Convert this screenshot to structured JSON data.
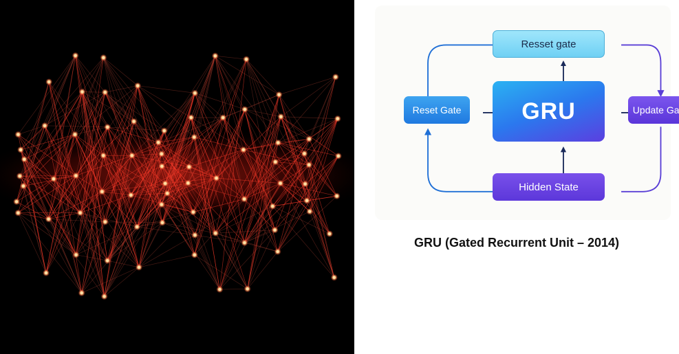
{
  "left_image": {
    "description_icon": "neural-network-illustration"
  },
  "diagram": {
    "top_box": "Resset gate",
    "left_box": "Reset Gate",
    "center_box": "GRU",
    "right_box": "Update Gate",
    "bottom_box": "Hidden State"
  },
  "caption": "GRU (Gated Recurrent Unit – 2014)",
  "colors": {
    "background_left": "#000000",
    "node_glow": "#ff3b2f",
    "arrow_blue": "#1f6fd6",
    "arrow_purple": "#5a3fd6",
    "arrow_dark": "#1a2a5a"
  }
}
